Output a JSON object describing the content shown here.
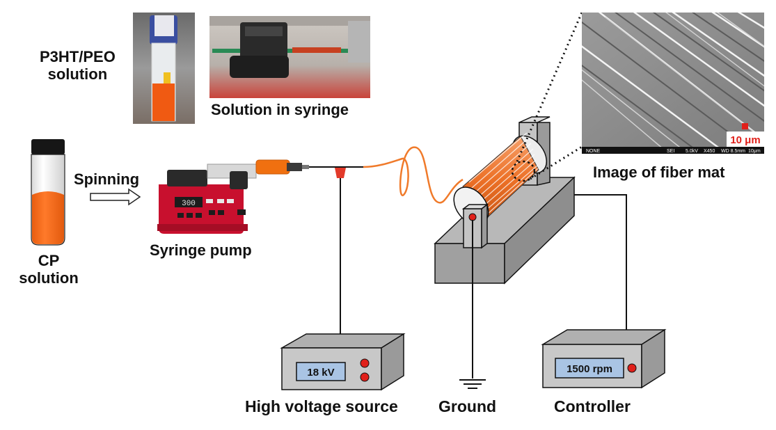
{
  "labels": {
    "p3ht_line1": "P3HT/PEO",
    "p3ht_line2": "solution",
    "solution_in_syringe": "Solution in syringe",
    "spinning": "Spinning",
    "cp_line1": "CP",
    "cp_line2": "solution",
    "syringe_pump": "Syringe pump",
    "image_of_fiber_mat": "Image of fiber mat",
    "high_voltage_source": "High voltage source",
    "ground": "Ground",
    "controller": "Controller"
  },
  "devices": {
    "voltage_display": "18 kV",
    "controller_display": "1500 rpm",
    "pump_display": "300"
  },
  "sem": {
    "scale_bar": "10 μm",
    "info_left": "NONE",
    "info_sei": "SEI",
    "info_kv": "5.0kV",
    "info_mag": "X450",
    "info_wd": "WD 8.5mm",
    "info_scale": "10μm"
  },
  "colors": {
    "solution_orange": "#f26a1b",
    "fiber_orange": "#f07a2a",
    "base_gray": "#b8b8b8",
    "display_blue": "#a9c4e4",
    "indicator_red": "#e0201a",
    "pump_red": "#c8102e"
  }
}
